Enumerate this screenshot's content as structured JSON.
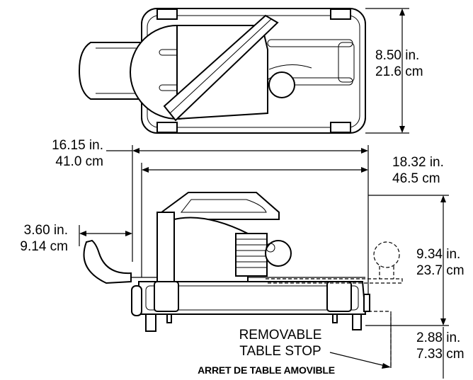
{
  "dimensions": {
    "top_height": {
      "imperial": "8.50 in.",
      "metric": "21.6 cm"
    },
    "overall_width": {
      "imperial": "16.15 in.",
      "metric": "41.0 cm"
    },
    "table_length": {
      "imperial": "18.32 in.",
      "metric": "46.5 cm"
    },
    "feed_extension": {
      "imperial": "3.60 in.",
      "metric": "9.14 cm"
    },
    "side_height": {
      "imperial": "9.34 in.",
      "metric": "23.7 cm"
    },
    "stop_drop": {
      "imperial": "2.88 in.",
      "metric": "7.33 cm"
    }
  },
  "callout": {
    "line1": "REMOVABLE",
    "line2": "TABLE STOP",
    "line3": "ARRET DE TABLE AMOVIBLE"
  }
}
